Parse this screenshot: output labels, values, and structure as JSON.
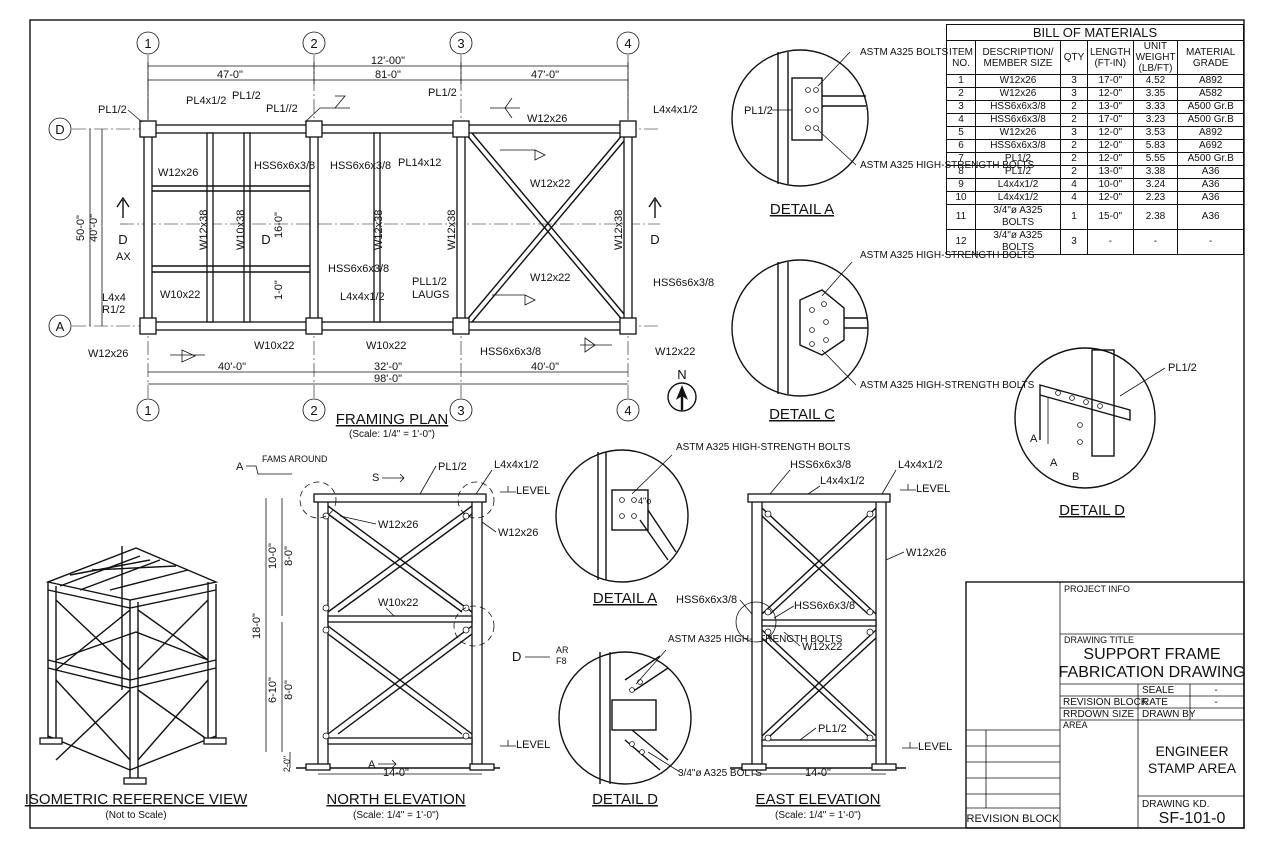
{
  "bom": {
    "title": "BILL OF MATERIALS",
    "headers": [
      "ITEM NO.",
      "DESCRIPTION/ MEMBER SIZE",
      "QTY",
      "LENGTH (FT-IN)",
      "UNIT WEIGHT (LB/FT)",
      "MATERIAL GRADE"
    ],
    "rows": [
      [
        "1",
        "W12x26",
        "3",
        "17-0\"",
        "4.52",
        "A892"
      ],
      [
        "2",
        "W12x26",
        "3",
        "12-0\"",
        "3.35",
        "A582"
      ],
      [
        "3",
        "HSS6x6x3/8",
        "2",
        "13-0\"",
        "3.33",
        "A500 Gr.B"
      ],
      [
        "4",
        "HSS6x6x3/8",
        "2",
        "17-0\"",
        "3.23",
        "A500 Gr.B"
      ],
      [
        "5",
        "W12x26",
        "3",
        "12-0\"",
        "3.53",
        "A892"
      ],
      [
        "6",
        "HSS6x6x3/8",
        "2",
        "12-0\"",
        "5.83",
        "A692"
      ],
      [
        "7",
        "PL1/2",
        "2",
        "12-0\"",
        "5.55",
        "A500 Gr.B"
      ],
      [
        "8",
        "PL1/2",
        "2",
        "13-0\"",
        "3.38",
        "A36"
      ],
      [
        "9",
        "L4x4x1/2",
        "4",
        "10-0\"",
        "3.24",
        "A36"
      ],
      [
        "10",
        "L4x4x1/2",
        "4",
        "12-0\"",
        "2.23",
        "A36"
      ],
      [
        "11",
        "3/4\"ø A325 BOLTS",
        "1",
        "15-0\"",
        "2.38",
        "A36"
      ],
      [
        "12",
        "3/4\"ø A325 BOLTS",
        "3",
        "-",
        "-",
        "-"
      ]
    ]
  },
  "framing_plan": {
    "title": "FRAMING PLAN",
    "scale": "(Scale: 1/4\" = 1'-0\")",
    "grid_cols": [
      "1",
      "2",
      "3",
      "4"
    ],
    "grid_rows": [
      "D",
      "A"
    ],
    "dims_top_overall": "12'-00\"",
    "dims_top": [
      "47-0\"",
      "81-0\"",
      "47'-0\""
    ],
    "dims_bottom": [
      "40'-0\"",
      "32'-0\"",
      "40'-0\""
    ],
    "dims_bottom_overall": "98'-0\"",
    "dims_left": [
      "50-0\"",
      "40'-0\""
    ],
    "section_label": "D",
    "labels": {
      "pl_tl": "PL1/2",
      "pl4": "PL4x1/2",
      "pl_a": "PL1/2",
      "pl_b": "PL1//2",
      "pl_c": "PL1/2",
      "l4_tr": "L4x4x1/2",
      "w12_top": "W12x26",
      "w12_left": "W12x26",
      "hss_a": "HSS6x6x3/8",
      "hss_b": "HSS6x6x3/8",
      "pl14": "PL14x12",
      "w12_22a": "W12x22",
      "w12_22b": "W12x22",
      "hss_r": "HSS6s6x3/8",
      "w10_22a": "W10x22",
      "w10_22b": "W10x22",
      "w10_22c": "W10x22",
      "l4_mid": "L4x4x1/2",
      "pl_laugs": "PLL1/2",
      "laugs": "LAUGS",
      "hss_bot": "HSS6x6x3/8",
      "w12_22c": "W12x22",
      "w12_bl": "W12x26",
      "l4_bl": "L4x4",
      "r12": "R1/2",
      "ax": "AX",
      "dim_1": "1-0\"",
      "dim_16": "16-0\"",
      "v1": "W12x38",
      "v2": "W10x38",
      "v3": "W12x38",
      "v4": "W12x38",
      "v5": "W12x38"
    }
  },
  "north_arrow": "N",
  "detail_a_top": {
    "title": "DETAIL A",
    "labels": [
      "ASTM A325 BOLTS",
      "PL1/2",
      "ASTM A325 HIGH-STRENGTH BOLTS"
    ]
  },
  "detail_c": {
    "title": "DETAIL C",
    "labels": [
      "ASTM A325 HIGH-STRENGTH BOLTS",
      "ASTM A325 HIGH-STRENGTH BOLTS"
    ]
  },
  "detail_d_right": {
    "title": "DETAIL D",
    "labels": [
      "PL1/2",
      "A",
      "A",
      "B"
    ]
  },
  "detail_a_mid": {
    "title": "DETAIL A",
    "labels": [
      "ASTM A325 HIGH-STRENGTH BOLTS",
      "4\"o"
    ]
  },
  "detail_d_mid": {
    "title": "DETAIL D",
    "labels": [
      "ASTM A325 HIGH-STRENGTH BOLTS",
      "3/4\"ø A325 BOLTS",
      "D",
      "AR",
      "F8"
    ]
  },
  "north_elev": {
    "title": "NORTH ELEVATION",
    "scale": "(Scale: 1/4\" = 1'-0\")",
    "labels": {
      "farms": "FAMS AROUND",
      "a": "A",
      "s": "S",
      "pl": "PL1/2",
      "l4": "L4x4x1/2",
      "level_top": "LEVEL",
      "w12a": "W12x26",
      "w12b": "W12x26",
      "w10": "W10x22",
      "level_bot": "LEVEL",
      "a_bot": "A",
      "width": "14-0\"",
      "d18": "18-0\"",
      "d10": "10-0\"",
      "d8a": "8-0\"",
      "d6": "6-10\"",
      "d8b": "8-0\"",
      "d2": "2-0\""
    }
  },
  "east_elev": {
    "title": "EAST ELEVATION",
    "scale": "(Scale: 1/4\" = 1'-0\")",
    "labels": {
      "hss_top": "HSS6x6x3/8",
      "l4a": "L4x4x1/2",
      "l4b": "L4x4x1/2",
      "level_top": "LEVEL",
      "w12": "W12x26",
      "hss_left": "HSS6x6x3/8",
      "hss_mid": "HSS6x6x3/8",
      "w12_22": "W12x22",
      "pl": "PL1/2",
      "level_bot": "LEVEL",
      "width": "14-0\""
    }
  },
  "iso": {
    "title": "ISOMETRIC REFERENCE VIEW",
    "subtitle": "(Not to Scale)"
  },
  "title_block": {
    "project_info": "PROJECT INFO",
    "drawing_title_label": "DRAWING TITLE",
    "title_line1": "SUPPORT FRAME",
    "title_line2": "FABRICATION DRAWING",
    "revision_block_lbl": "REVISION BLOCK",
    "rev_sub": "REVISION BLOCK",
    "drawn_size": "RRDOWN SIZE",
    "area": "AREA",
    "scale_lbl": "SEALE",
    "scale_val": "-",
    "date_lbl": "RATE",
    "date_val": "-",
    "drawn_by": "DRAWN BY",
    "stamp1": "ENGINEER",
    "stamp2": "STAMP AREA",
    "drawing_no_lbl": "DRAWING KD.",
    "drawing_no": "SF-101-0"
  }
}
